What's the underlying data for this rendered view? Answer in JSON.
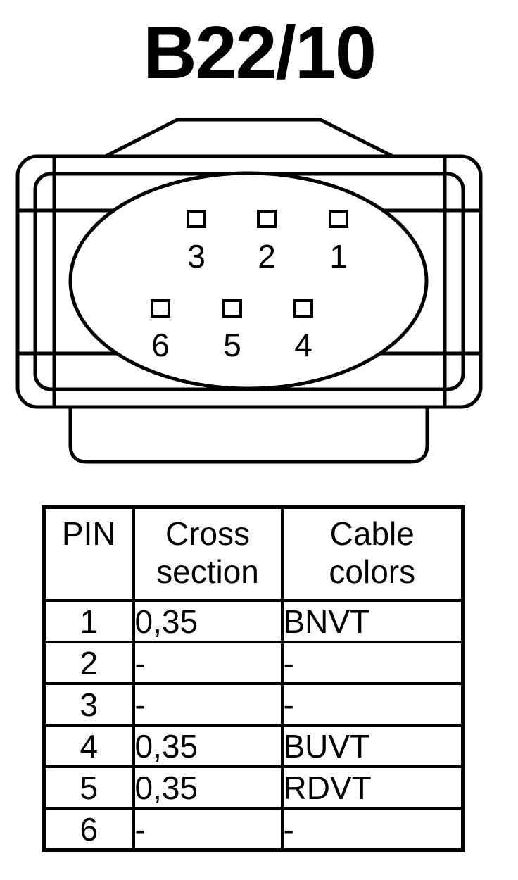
{
  "title": "B22/10",
  "connector": {
    "pins": [
      {
        "number": "3",
        "row": 1,
        "col": 1
      },
      {
        "number": "2",
        "row": 1,
        "col": 2
      },
      {
        "number": "1",
        "row": 1,
        "col": 3
      },
      {
        "number": "6",
        "row": 2,
        "col": 1
      },
      {
        "number": "5",
        "row": 2,
        "col": 2
      },
      {
        "number": "4",
        "row": 2,
        "col": 3
      }
    ]
  },
  "table": {
    "headers": {
      "pin": "PIN",
      "cross_section_line1": "Cross",
      "cross_section_line2": "section",
      "cable_colors_line1": "Cable",
      "cable_colors_line2": "colors"
    },
    "rows": [
      {
        "pin": "1",
        "cross_section": "0,35",
        "cable_color": "BNVT"
      },
      {
        "pin": "2",
        "cross_section": "-",
        "cable_color": "-"
      },
      {
        "pin": "3",
        "cross_section": "-",
        "cable_color": "-"
      },
      {
        "pin": "4",
        "cross_section": "0,35",
        "cable_color": "BUVT"
      },
      {
        "pin": "5",
        "cross_section": "0,35",
        "cable_color": "RDVT"
      },
      {
        "pin": "6",
        "cross_section": "-",
        "cable_color": "-"
      }
    ]
  }
}
